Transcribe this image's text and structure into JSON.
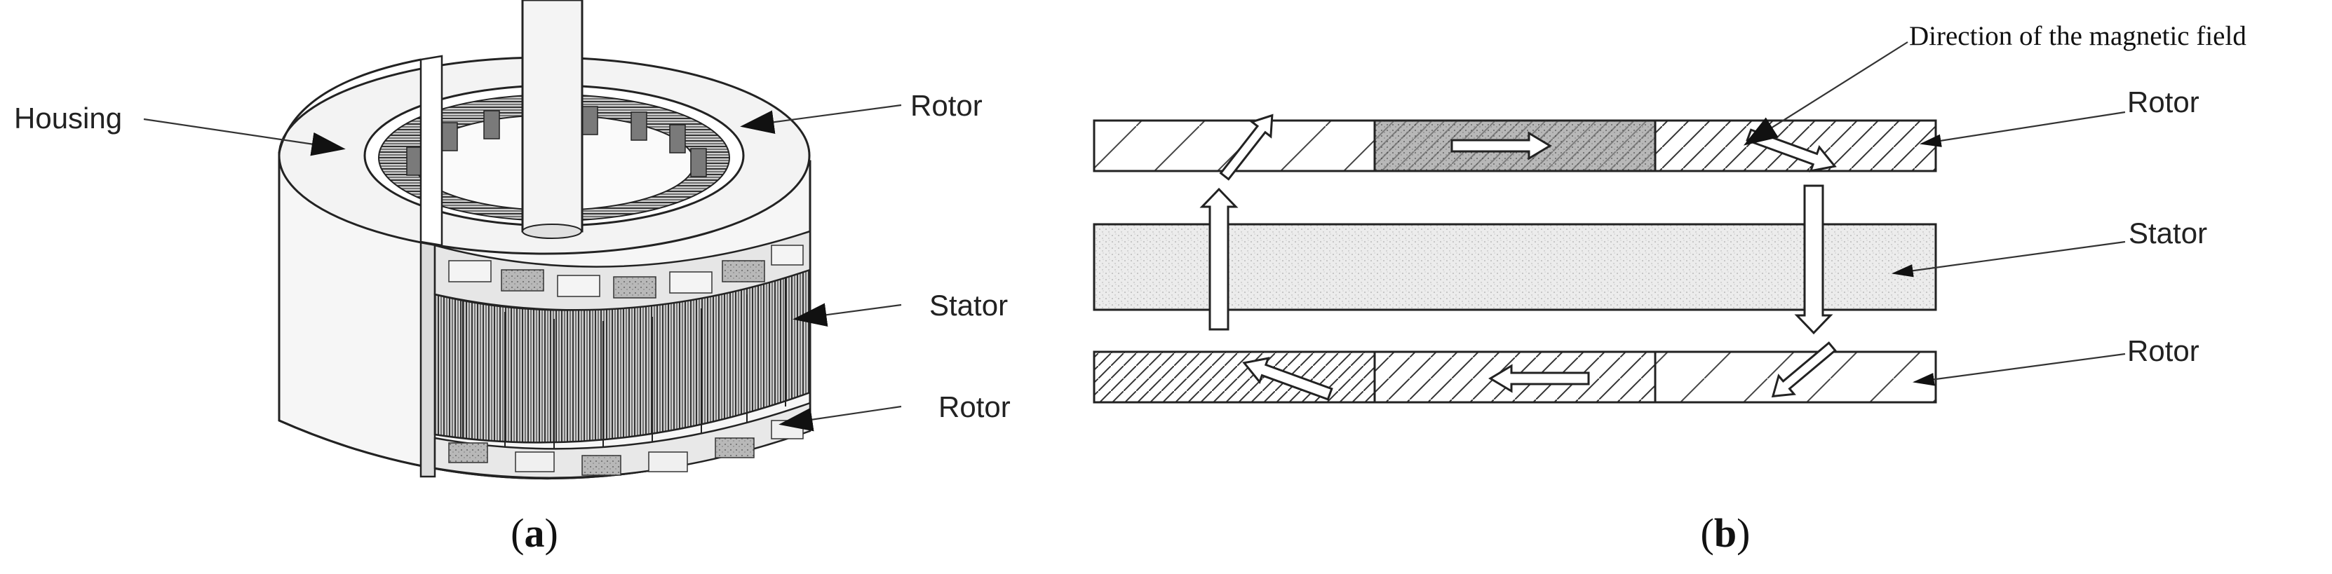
{
  "panel_a": {
    "labels": {
      "housing": "Housing",
      "rotor_top": "Rotor",
      "stator": "Stator",
      "rotor_bottom": "Rotor"
    },
    "caption": {
      "open": "(",
      "letter": "a",
      "close": ")"
    }
  },
  "panel_b": {
    "labels": {
      "direction": "Direction of the magnetic field",
      "rotor_top": "Rotor",
      "stator": "Stator",
      "rotor_bottom": "Rotor"
    },
    "caption": {
      "open": "(",
      "letter": "b",
      "close": ")"
    }
  }
}
